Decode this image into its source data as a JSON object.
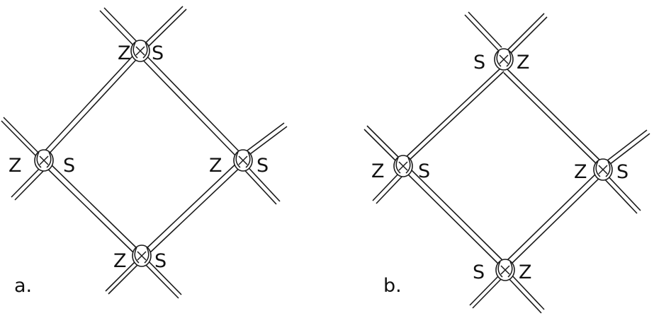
{
  "panels": [
    {
      "label": "a.",
      "knots": [
        {
          "left": "Z",
          "right": "S"
        },
        {
          "left": "Z",
          "right": "S"
        },
        {
          "left": "Z",
          "right": "S"
        },
        {
          "left": "Z",
          "right": "S"
        }
      ]
    },
    {
      "label": "b.",
      "knots": [
        {
          "left": "S",
          "right": "Z"
        },
        {
          "left": "Z",
          "right": "S"
        },
        {
          "left": "Z",
          "right": "S"
        },
        {
          "left": "S",
          "right": "Z"
        }
      ]
    }
  ],
  "colors": {
    "line": "#1a1a1a",
    "background": "#ffffff"
  }
}
